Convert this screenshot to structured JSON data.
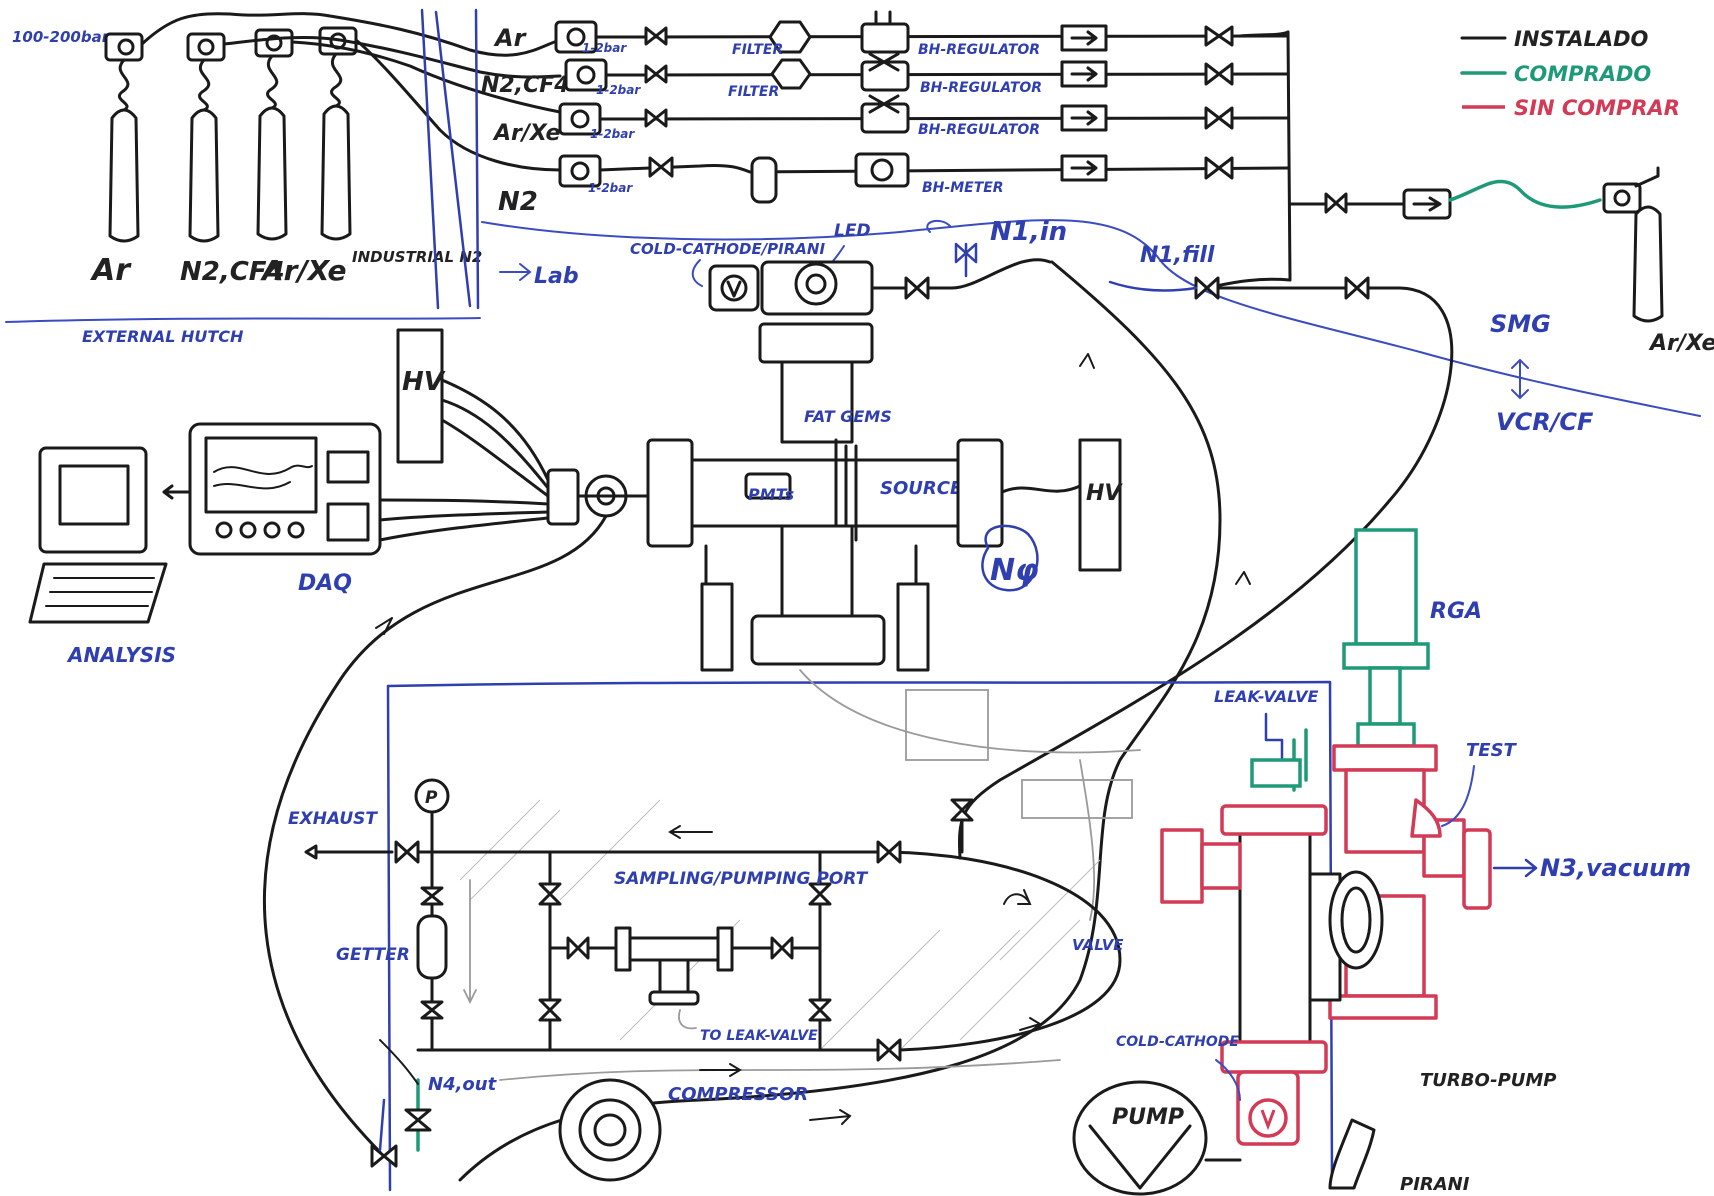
{
  "legend": {
    "installed": "INSTALADO",
    "bought": "COMPRADO",
    "not_bought": "SIN COMPRAR",
    "colors": {
      "installed": "#1a1a1a",
      "bought": "#1f9a78",
      "not_bought": "#d23a55",
      "annotation": "#2f3fb0"
    }
  },
  "bottles": {
    "regulator_note": "100-200bar",
    "labels": [
      "Ar",
      "N2,CF4",
      "Ar/Xe",
      "INDUSTRIAL N2"
    ],
    "extra_bottle": "Ar/Xe"
  },
  "gas_lines": {
    "gases": [
      "Ar",
      "N2,CF4",
      "Ar/Xe",
      "N2"
    ],
    "pressure": [
      "1-2bar",
      "1-2bar",
      "1-2bar",
      "1-2bar"
    ],
    "components": [
      "FILTER",
      "FILTER",
      "BH-REGULATOR",
      "BH-REGULATOR",
      "BH-REGULATOR",
      "BH-METER"
    ]
  },
  "zones": {
    "external_hutch": "EXTERNAL HUTCH",
    "to_lab": "Lab"
  },
  "chamber": {
    "cold_cathode_pirani": "COLD-CATHODE/PIRANI",
    "led": "LED",
    "n1_in": "N1,in",
    "n1_fill": "N1,fill",
    "fat_gems": "FAT GEMS",
    "pmts": "PMTs",
    "source": "SOURCE",
    "hv_left": "HV",
    "hv_right": "HV",
    "n_phi": "Nφ"
  },
  "adapter": {
    "top": "SMG",
    "bottom": "VCR/CF"
  },
  "daq": {
    "daq_label": "DAQ",
    "analysis_label": "ANALYSIS"
  },
  "purifier": {
    "exhaust": "EXHAUST",
    "getter": "GETTER",
    "sampling_port": "SAMPLING/PUMPING PORT",
    "to_leak_valve": "TO LEAK-VALVE",
    "compressor": "COMPRESSOR",
    "n4_out": "N4,out",
    "p_gauge": "P",
    "valve": "VALVE"
  },
  "test_stand": {
    "rga": "RGA",
    "leak_valve": "LEAK-VALVE",
    "test": "TEST",
    "n3_vacuum": "N3,vacuum",
    "cold_cathode": "COLD-CATHODE",
    "turbo_pump": "TURBO-PUMP",
    "pump": "PUMP",
    "pirani": "PIRANI"
  }
}
